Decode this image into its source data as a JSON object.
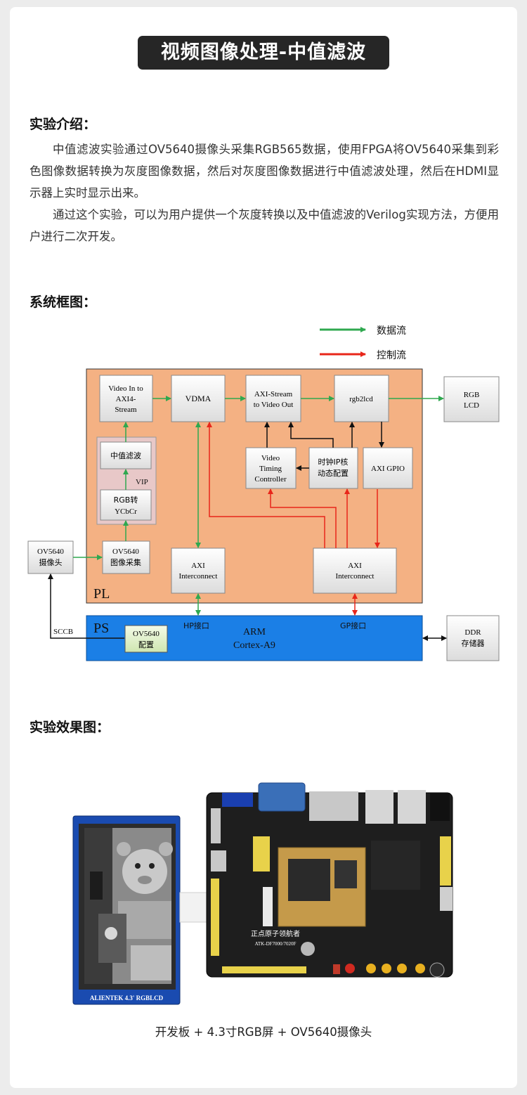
{
  "title": "视频图像处理-中值滤波",
  "intro": {
    "heading": "实验介绍：",
    "p1": "中值滤波实验通过OV5640摄像头采集RGB565数据，使用FPGA将OV5640采集到彩色图像数据转换为灰度图像数据，然后对灰度图像数据进行中值滤波处理，然后在HDMI显示器上实时显示出来。",
    "p2": "通过这个实验，可以为用户提供一个灰度转换以及中值滤波的Verilog实现方法，方便用户进行二次开发。"
  },
  "diagram_section": {
    "heading": "系统框图：",
    "legend": {
      "data_flow": "数据流",
      "control_flow": "控制流"
    },
    "colors": {
      "data": "#2fa84f",
      "control": "#e8261a",
      "pl_bg": "#f4b183",
      "ps_bg": "#1b7fe6",
      "vip_bg": "#e8c8c8"
    },
    "blocks": {
      "video_in_l1": "Video In to",
      "video_in_l2": "AXI4-",
      "video_in_l3": "Stream",
      "vdma": "VDMA",
      "axis_out_l1": "AXI-Stream",
      "axis_out_l2": "to Video Out",
      "rgb2lcd": "rgb2lcd",
      "rgb_lcd_l1": "RGB",
      "rgb_lcd_l2": "LCD",
      "median": "中值滤波",
      "vip": "VIP",
      "rgb2ycbcr_l1": "RGB转",
      "rgb2ycbcr_l2": "YCbCr",
      "vtc_l1": "Video",
      "vtc_l2": "Timing",
      "vtc_l3": "Controller",
      "clk_l1": "时钟IP核",
      "clk_l2": "动态配置",
      "axi_gpio": "AXI GPIO",
      "cam_l1": "OV5640",
      "cam_l2": "摄像头",
      "capture_l1": "OV5640",
      "capture_l2": "图像采集",
      "axi_ic1_l1": "AXI",
      "axi_ic1_l2": "Interconnect",
      "axi_ic2_l1": "AXI",
      "axi_ic2_l2": "Interconnect",
      "pl": "PL",
      "ps": "PS",
      "sccb": "SCCB",
      "cfg_l1": "OV5640",
      "cfg_l2": "配置",
      "hp": "HP接口",
      "gp": "GP接口",
      "arm_l1": "ARM",
      "arm_l2": "Cortex-A9",
      "ddr_l1": "DDR",
      "ddr_l2": "存储器"
    }
  },
  "result": {
    "heading": "实验效果图：",
    "lcd_label": "ALIENTEK 4.3' RGBLCD",
    "board_brand": "正点原子领航者",
    "board_model": "ATK-DF7000/7020F",
    "caption": "开发板 + 4.3寸RGB屏 + OV5640摄像头"
  }
}
